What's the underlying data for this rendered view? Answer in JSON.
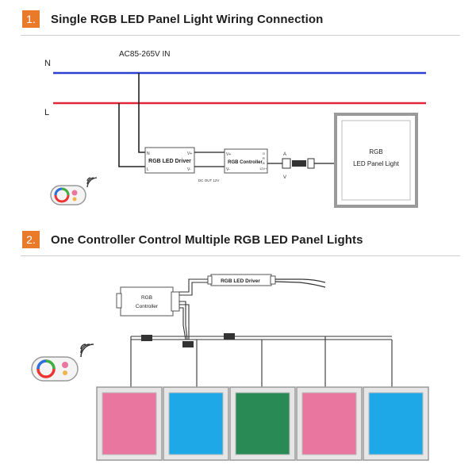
{
  "section1": {
    "number": "1.",
    "title": "Single RGB LED Panel Light Wiring Connection",
    "input_label": "AC85-265V IN",
    "line_n": "N",
    "line_l": "L",
    "driver": {
      "label": "RGB LED Driver",
      "n": "N",
      "l": "L",
      "vplus": "V+",
      "vminus": "V-",
      "out": "DC OUT 12V"
    },
    "controller": {
      "label": "RGB Controller",
      "vplus": "V+",
      "vminus": "V-",
      "g": "G",
      "r": "R",
      "b": "B",
      "plus": "12V+"
    },
    "connector_top": "A",
    "connector_bottom": "V",
    "panel_line1": "RGB",
    "panel_line2": "LED Panel Light"
  },
  "section2": {
    "number": "2.",
    "title": "One Controller Control Multiple RGB LED Panel Lights",
    "controller_line1": "RGB",
    "controller_line2": "Controller",
    "driver_label": "RGB LED Driver",
    "panels": [
      {
        "color": "#e8769e"
      },
      {
        "color": "#1ea8e8"
      },
      {
        "color": "#2a8a55"
      },
      {
        "color": "#e8769e"
      },
      {
        "color": "#1ea8e8"
      }
    ]
  },
  "colors": {
    "accent": "#e97a2a",
    "neutral_wire": "#2c3fd1",
    "live_wire": "#e0283a"
  }
}
